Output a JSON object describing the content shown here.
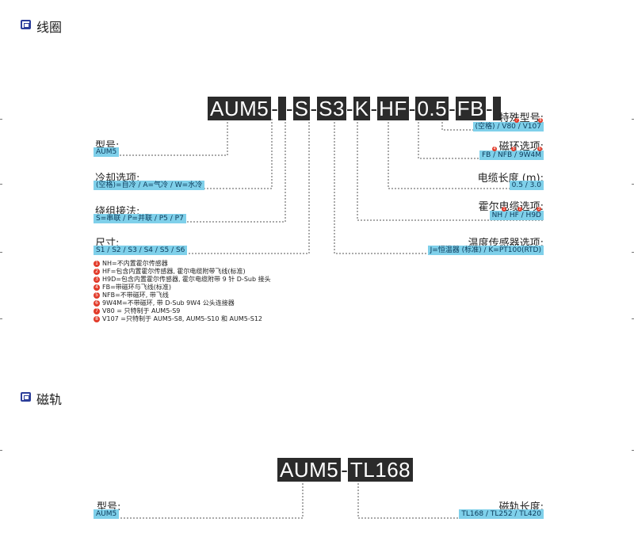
{
  "coil": {
    "title": "线圈",
    "code_parts": [
      "AUM5",
      "",
      "S",
      "S3",
      "K",
      "HF",
      "0.5",
      "FB",
      ""
    ],
    "left_fields": [
      {
        "label": "型号:",
        "value": "AUM5"
      },
      {
        "label": "冷却选项:",
        "value": "(空格)=自冷 / A=气冷 / W=水冷"
      },
      {
        "label": "绕组接法:",
        "value": "S=串联 / P=并联 / P5 / P7"
      },
      {
        "label": "尺寸:",
        "value": "S1 / S2 / S3 / S4 / S5 / S6"
      }
    ],
    "right_fields": [
      {
        "label": "特殊型号:",
        "value": "(空格) / V80 / V107"
      },
      {
        "label": "磁环选项:",
        "value": "FB / NFB / 9W4M"
      },
      {
        "label": "电缆长度 (m):",
        "value": "0.5 / 3.0"
      },
      {
        "label": "霍尔电缆选项:",
        "value": "NH / HF / H9D"
      },
      {
        "label": "温度传感器选项:",
        "value": "J=恒温器 (标准) / K=PT100(RTD)"
      }
    ],
    "markers": [
      "1",
      "2",
      "3",
      "4",
      "5",
      "6",
      "7",
      "8"
    ],
    "notes": [
      {
        "num": "1",
        "text": "NH=不内置霍尔传感器"
      },
      {
        "num": "2",
        "text": "HF=包含内置霍尔传感器, 霍尔电缆附带飞线(标准)"
      },
      {
        "num": "3",
        "text": "H9D=包含内置霍尔传感器, 霍尔电缆附带 9 针 D-Sub 接头"
      },
      {
        "num": "4",
        "text": "FB=带磁环与飞线(标准)"
      },
      {
        "num": "5",
        "text": "NFB=不带磁环, 带飞线"
      },
      {
        "num": "6",
        "text": "9W4M=不带磁环, 带 D-Sub 9W4 公头连接器"
      },
      {
        "num": "7",
        "text": "V80 = 只特制于 AUM5-S9"
      },
      {
        "num": "8",
        "text": "V107 =只特制于 AUM5-S8, AUM5-S10 和 AUM5-S12"
      }
    ]
  },
  "track": {
    "title": "磁轨",
    "code_parts": [
      "AUM5",
      "TL168"
    ],
    "left_field": {
      "label": "型号:",
      "value": "AUM5"
    },
    "right_field": {
      "label": "磁轨长度:",
      "value": "TL168 / TL252 / TL420"
    }
  },
  "colors": {
    "accent": "#2c3e9a",
    "code_bg": "#2b2b2b",
    "value_bg": "#7fd0ea",
    "marker": "#e23b2a"
  }
}
